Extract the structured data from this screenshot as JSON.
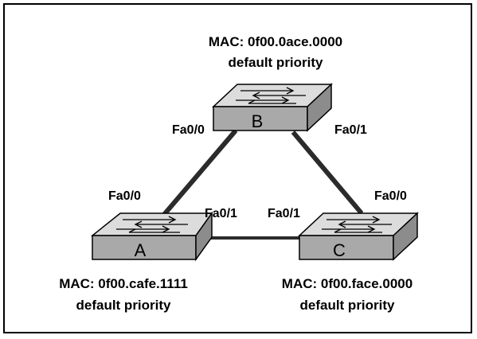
{
  "switches": {
    "b": {
      "letter": "B",
      "mac": "MAC: 0f00.0ace.0000",
      "priority": "default priority"
    },
    "a": {
      "letter": "A",
      "mac": "MAC: 0f00.cafe.1111",
      "priority": "default priority"
    },
    "c": {
      "letter": "C",
      "mac": "MAC: 0f00.face.0000",
      "priority": "default priority"
    }
  },
  "ports": {
    "b_left": "Fa0/0",
    "b_right": "Fa0/1",
    "a_top": "Fa0/0",
    "a_right": "Fa0/1",
    "c_left": "Fa0/1",
    "c_top": "Fa0/0"
  },
  "colors": {
    "switch_top": "#dcdcdc",
    "switch_front": "#a9a9a9",
    "switch_side": "#8c8c8c",
    "link": "#2b2b2b"
  }
}
